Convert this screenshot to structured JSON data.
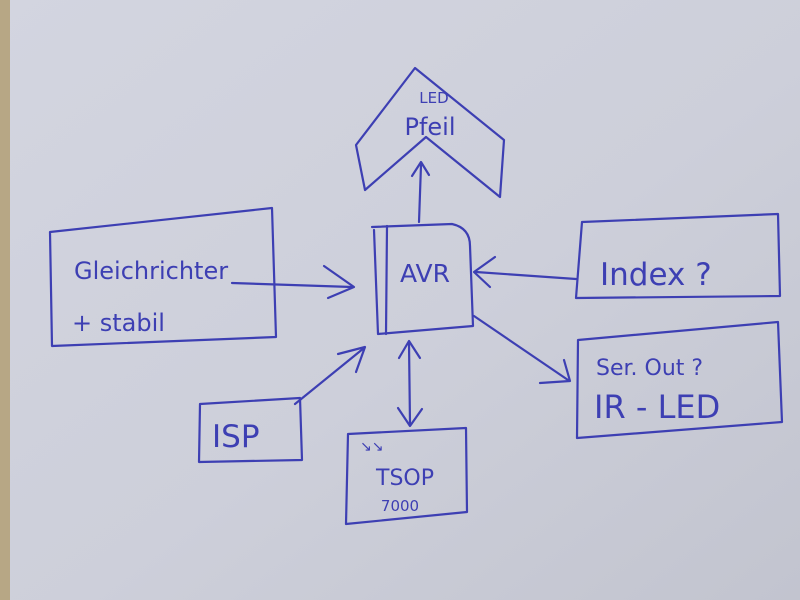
{
  "diagram": {
    "ink_color": "#3d3fb3",
    "paper_color": "#cfd1dc",
    "nodes": {
      "led_arrow": {
        "line1": "LED",
        "line2": "Pfeil"
      },
      "rectifier": {
        "line1": "Gleichrichter",
        "line2": "+ stabil"
      },
      "avr": {
        "label": "AVR"
      },
      "index": {
        "label": "Index ?"
      },
      "serial": {
        "line1": "Ser. Out ?",
        "line2": "IR - LED"
      },
      "isp": {
        "label": "ISP"
      },
      "tsop": {
        "arrows": "↘↘",
        "line1": "TSOP",
        "line2": "7000"
      }
    },
    "edges": [
      {
        "from": "avr",
        "to": "led_arrow",
        "direction": "forward"
      },
      {
        "from": "rectifier",
        "to": "avr",
        "direction": "forward"
      },
      {
        "from": "index",
        "to": "avr",
        "direction": "forward"
      },
      {
        "from": "avr",
        "to": "serial",
        "direction": "forward"
      },
      {
        "from": "isp",
        "to": "avr",
        "direction": "forward"
      },
      {
        "from": "avr",
        "to": "tsop",
        "direction": "both"
      }
    ]
  }
}
